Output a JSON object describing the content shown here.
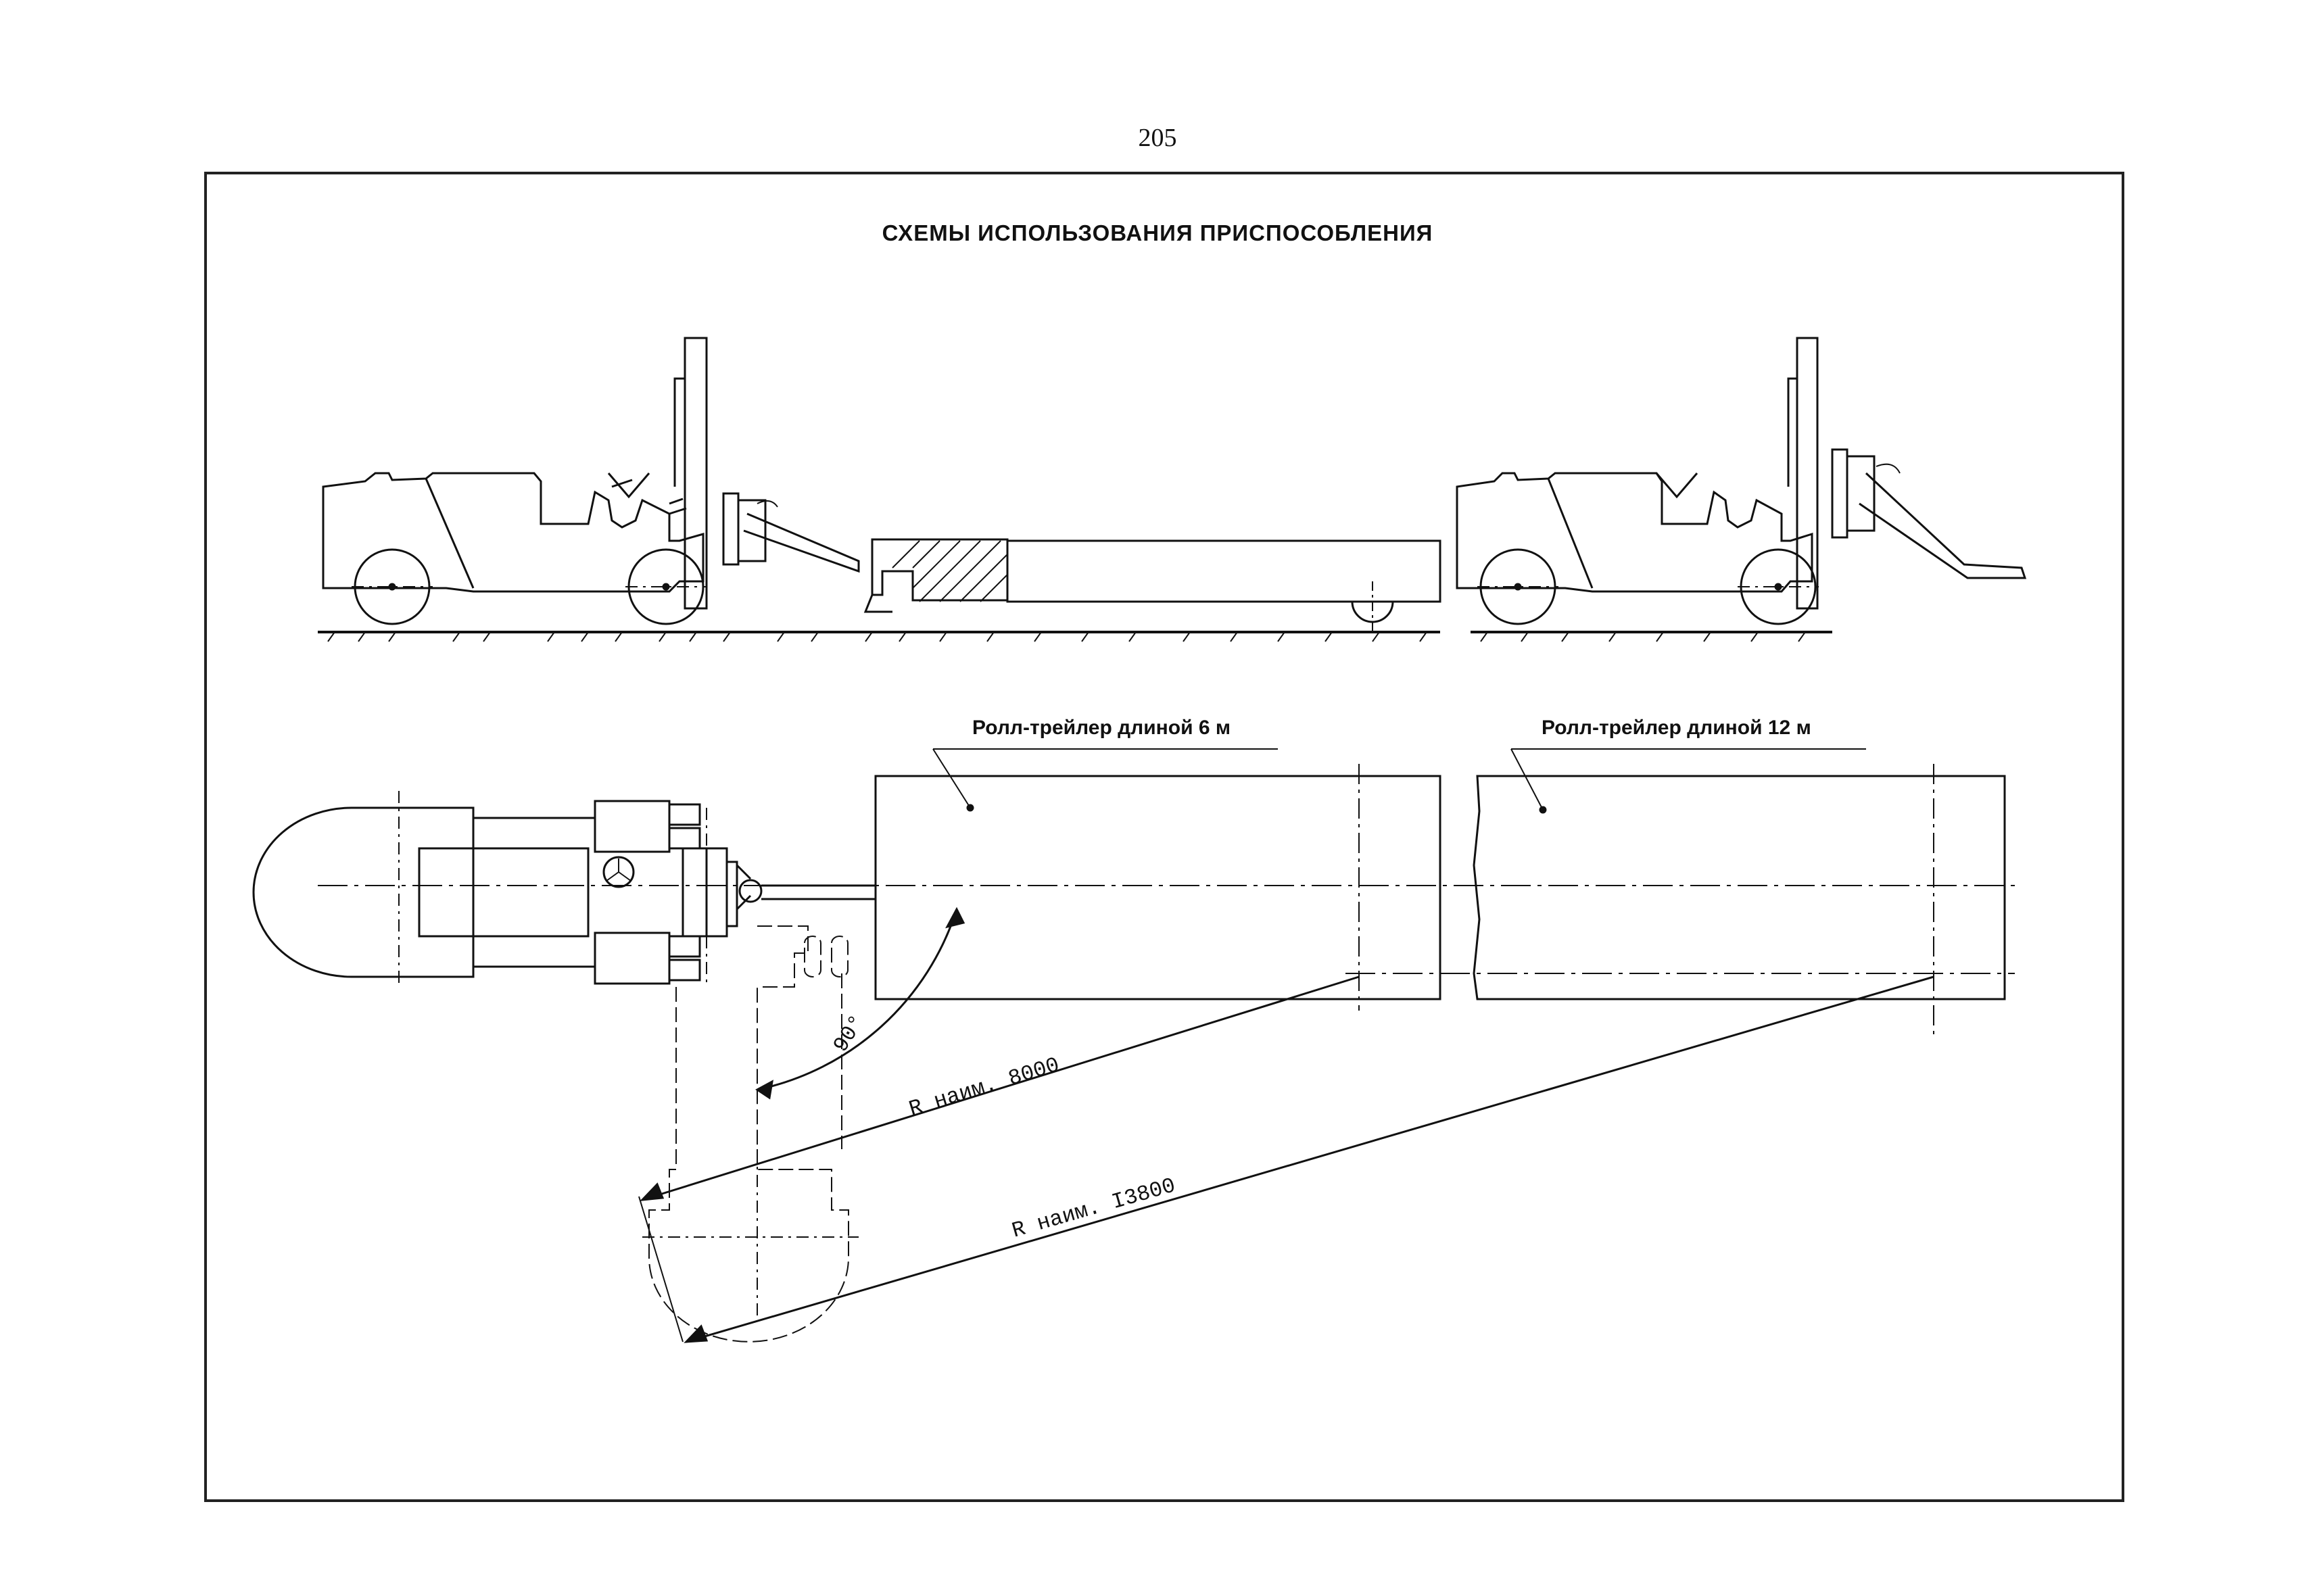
{
  "page": {
    "number": "205"
  },
  "title": "СХЕМЫ ИСПОЛЬЗОВАНИЯ ПРИСПОСОБЛЕНИЯ",
  "labels": {
    "trailer_6m": "Ролл-трейлер длиной 6 м",
    "trailer_12m": "Ролл-трейлер длиной 12 м"
  },
  "dimensions": {
    "angle": "90°",
    "radius_small": "R наим. 8000",
    "radius_large": "R наим. I3800"
  }
}
